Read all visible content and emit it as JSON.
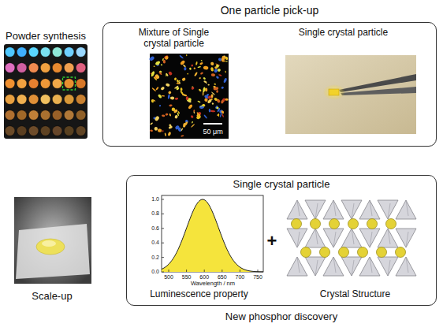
{
  "diagram": {
    "nodes": [
      {
        "text": [
          "Powder synthesis"
        ]
      },
      {
        "text": [
          "One particle pick-up"
        ]
      },
      {
        "text": [
          "Mixture of Single crystal particle",
          "50 μm"
        ],
        "in": 1
      },
      {
        "text": [
          "Single crystal particle"
        ],
        "in": 1
      },
      {
        "text": [
          "Single crystal particle",
          "New phosphor discovery"
        ]
      },
      {
        "text": [
          "Luminescence property"
        ],
        "in": 4
      },
      {
        "text": [
          "Crystal Structure"
        ],
        "in": 4
      },
      {
        "text": [
          "Scale-up"
        ]
      }
    ],
    "edges": [
      {
        "from": 0,
        "to": 2,
        "arrow": "none"
      },
      {
        "from": 2,
        "to": 3,
        "arrow": "to"
      },
      {
        "from": 1,
        "to": 4,
        "arrow": "to"
      },
      {
        "from": 4,
        "to": 7,
        "arrow": "to"
      }
    ],
    "labels": [
      "+",
      "1.0",
      "0.8",
      "0.6",
      "0.4",
      "0.2",
      "0.0",
      "500",
      "550",
      "600",
      "650",
      "700",
      "750",
      "Wavelength / nm"
    ]
  }
}
